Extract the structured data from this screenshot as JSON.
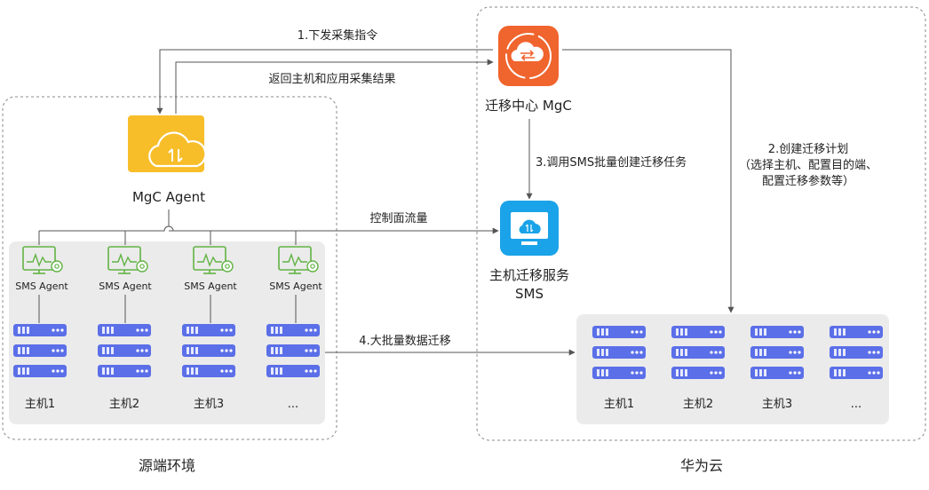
{
  "regions": {
    "source": "源端环境",
    "huawei": "华为云"
  },
  "nodes": {
    "mgc": "迁移中心 MgC",
    "agent": "MgC Agent",
    "sms_line1": "主机迁移服务",
    "sms_line2": "SMS"
  },
  "flows": {
    "step1": "1.下发采集指令",
    "return": "返回主机和应用采集结果",
    "step2_line1": "2.创建迁移计划",
    "step2_line2": "（选择主机、配置目的端、",
    "step2_line3": "配置迁移参数等）",
    "step3": "3.调用SMS批量创建迁移任务",
    "control": "控制面流量",
    "step4": "4.大批量数据迁移"
  },
  "sms_agent_label": "SMS Agent",
  "source_hosts": [
    "主机1",
    "主机2",
    "主机3",
    "..."
  ],
  "target_hosts": [
    "主机1",
    "主机2",
    "主机3",
    "..."
  ],
  "colors": {
    "mgc_orange": "#f0642d",
    "agent_yellow": "#f7be2a",
    "sms_blue": "#1aa3e8",
    "server_blue": "#5b6fe8",
    "sms_agent_green": "#62b344",
    "line": "#555555",
    "border": "#8a8a8a",
    "panel": "#ebebeb"
  },
  "icons": {
    "mgc": "cloud-swap-icon",
    "agent": "cloud-transfer-icon",
    "sms": "monitor-cloud-icon",
    "sms_agent": "monitor-gear-icon",
    "host": "server-stack-icon"
  }
}
